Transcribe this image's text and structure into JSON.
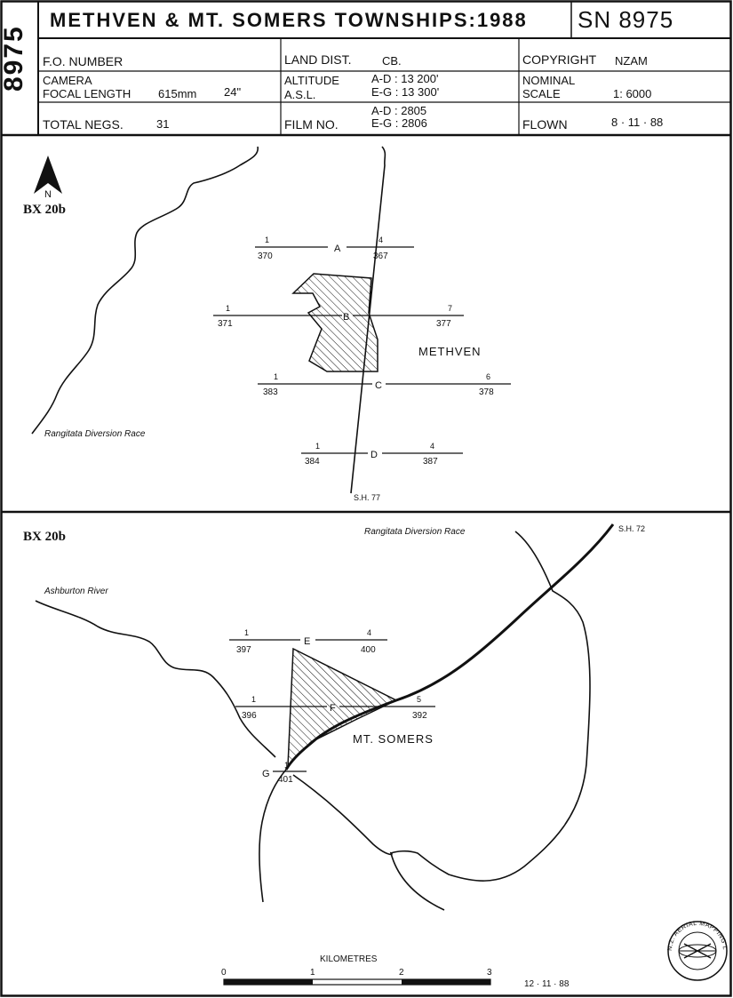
{
  "header": {
    "side_code": "8975",
    "title": "METHVEN & MT. SOMERS TOWNSHIPS:1988",
    "sn": "SN 8975",
    "fo_number_label": "F.O. NUMBER",
    "land_dist_label": "LAND DIST.",
    "land_dist_value": "CB.",
    "copyright_label": "COPYRIGHT",
    "copyright_value": "NZAM",
    "camera_label": "CAMERA",
    "focal_length_label": "FOCAL LENGTH",
    "focal_length_mm": "615mm",
    "focal_length_in": "24\"",
    "altitude_label": "ALTITUDE",
    "asl_label": "A.S.L.",
    "altitude_ad": "A-D : 13 200'",
    "altitude_eg": "E-G : 13 300'",
    "nominal_label": "NOMINAL",
    "scale_label": "SCALE",
    "scale_value": "1: 6000",
    "total_negs_label": "TOTAL NEGS.",
    "total_negs_value": "31",
    "film_no_label": "FILM NO.",
    "film_ad": "A-D : 2805",
    "film_eg": "E-G : 2806",
    "flown_label": "FLOWN",
    "flown_value": "8 · 11 · 88"
  },
  "map1": {
    "north_label": "N",
    "panel_label": "BX 20b",
    "town": "METHVEN",
    "road_label": "S.H. 77",
    "river_label": "Rangitata Diversion Race",
    "runs": [
      {
        "letter": "A",
        "left_top": "1",
        "left_bottom": "370",
        "right_top": "4",
        "right_bottom": "367"
      },
      {
        "letter": "B",
        "left_top": "1",
        "left_bottom": "371",
        "right_top": "7",
        "right_bottom": "377"
      },
      {
        "letter": "C",
        "left_top": "1",
        "left_bottom": "383",
        "right_top": "6",
        "right_bottom": "378"
      },
      {
        "letter": "D",
        "left_top": "1",
        "left_bottom": "384",
        "right_top": "4",
        "right_bottom": "387"
      }
    ]
  },
  "map2": {
    "panel_label": "BX 20b",
    "town": "MT. SOMERS",
    "road_label": "S.H. 72",
    "race_label": "Rangitata Diversion Race",
    "river_label": "Ashburton River",
    "runs": [
      {
        "letter": "E",
        "left_top": "1",
        "left_bottom": "397",
        "right_top": "4",
        "right_bottom": "400"
      },
      {
        "letter": "F",
        "left_top": "1",
        "left_bottom": "396",
        "right_top": "5",
        "right_bottom": "392"
      },
      {
        "letter": "G",
        "left_top": "",
        "left_bottom": "",
        "right_top": "1",
        "right_bottom": "401"
      }
    ]
  },
  "scale_bar": {
    "title": "KILOMETRES",
    "ticks": [
      "0",
      "1",
      "2",
      "3"
    ],
    "date": "12 · 11 · 88"
  },
  "logo_text": "N.Z. AERIAL MAPPING LTD."
}
